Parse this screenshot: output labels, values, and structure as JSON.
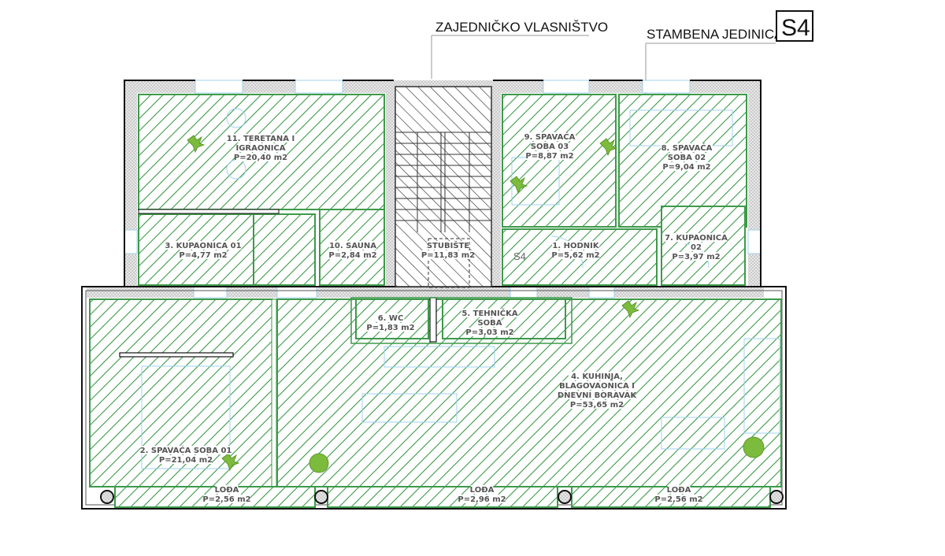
{
  "header": {
    "common_ownership_label": "ZAJEDNIČKO VLASNIŠTVO",
    "residential_unit_label": "STAMBENA  JEDINICA",
    "unit_code": "S4"
  },
  "colors": {
    "room_hatch": "#3d9a4a",
    "room_outline": "#3d9a4a",
    "stair_hatch": "#333333",
    "wall": "#111111",
    "wall_fill": "#d9d9d9",
    "furniture": "#9fd3f0",
    "plant": "#7dbb3c",
    "label_text": "#555555"
  },
  "floor_plan_marker": "S4",
  "rooms": [
    {
      "id": "room-11",
      "lines": [
        "11. TERETANA I",
        "IGRAONICA",
        "P=20,40 m2"
      ]
    },
    {
      "id": "room-3",
      "lines": [
        "3. KUPAONICA 01",
        "P=4,77 m2"
      ]
    },
    {
      "id": "room-10",
      "lines": [
        "10. SAUNA",
        "P=2,84 m2"
      ]
    },
    {
      "id": "stairs",
      "lines": [
        "STUBIŠTE",
        "P=11,83 m2"
      ]
    },
    {
      "id": "room-9",
      "lines": [
        "9. SPAVAĆA",
        "SOBA 03",
        "P=8,87 m2"
      ]
    },
    {
      "id": "room-8",
      "lines": [
        "8. SPAVAĆA",
        "SOBA 02",
        "P=9,04 m2"
      ]
    },
    {
      "id": "room-1",
      "lines": [
        "1. HODNIK",
        "P=5,62 m2"
      ]
    },
    {
      "id": "room-7",
      "lines": [
        "7. KUPAONICA",
        "02",
        "P=3,97 m2"
      ]
    },
    {
      "id": "room-6",
      "lines": [
        "6. WC",
        "P=1,83 m2"
      ]
    },
    {
      "id": "room-5",
      "lines": [
        "5. TEHNIČKA",
        "SOBA",
        "P=3,03 m2"
      ]
    },
    {
      "id": "room-4",
      "lines": [
        "4. KUHINJA,",
        "BLAGOVAONICA I",
        "DNEVNI BORAVAK",
        "P=53,65 m2"
      ]
    },
    {
      "id": "room-2",
      "lines": [
        "2. SPAVAĆA SOBA 01",
        "P=21,04 m2"
      ]
    },
    {
      "id": "loggia-1",
      "lines": [
        "LOĐA",
        "P=2,56 m2"
      ]
    },
    {
      "id": "loggia-2",
      "lines": [
        "LOĐA",
        "P=2,96 m2"
      ]
    },
    {
      "id": "loggia-3",
      "lines": [
        "LOĐA",
        "P=2,56 m2"
      ]
    }
  ]
}
